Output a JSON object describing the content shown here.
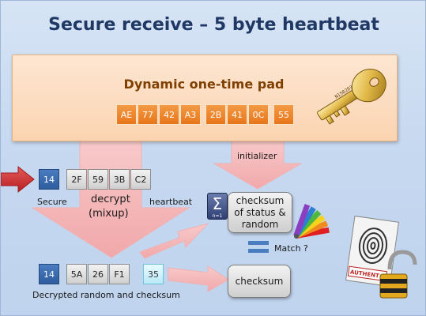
{
  "title": "Secure receive – 5 byte heartbeat",
  "pad": {
    "title": "Dynamic one-time pad",
    "bytes": [
      "AE",
      "77",
      "42",
      "A3",
      "2B",
      "41",
      "0C",
      "55"
    ],
    "key_tag": "N150283"
  },
  "received": {
    "secure_byte": "14",
    "heartbeat_bytes": [
      "2F",
      "59",
      "3B",
      "C2"
    ],
    "secure_label": "Secure",
    "heartbeat_label": "heartbeat"
  },
  "decrypt_label_line1": "decrypt",
  "decrypt_label_line2": "(mixup)",
  "initializer_label": "initializer",
  "checksum_box": {
    "line1": "checksum",
    "line2": "of status &",
    "line3": "random"
  },
  "match_label": "Match ?",
  "decrypted": {
    "secure_byte": "14",
    "random_bytes": [
      "5A",
      "26",
      "F1"
    ],
    "checksum_byte": "35",
    "label": "Decrypted random and checksum"
  },
  "checksum2_label": "checksum",
  "badge_text": "AUTHENT",
  "colors": {
    "title": "#1f3864",
    "pad_cell": "#e8761b",
    "arrow": "#f7b3b3",
    "secure_cell": "#2f5d9e"
  }
}
